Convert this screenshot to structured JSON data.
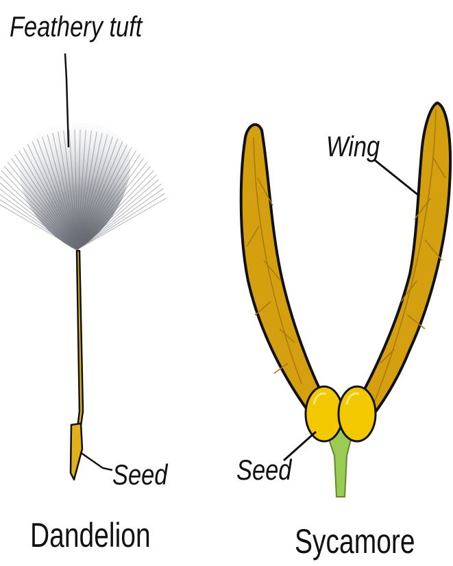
{
  "dandelion": {
    "name": "Dandelion",
    "tuft_label": "Feathery tuft",
    "seed_label": "Seed"
  },
  "sycamore": {
    "name": "Sycamore",
    "wing_label": "Wing",
    "seed_label": "Seed"
  },
  "colors": {
    "wing_fill": "#d4a010",
    "wing_vein": "#a87a08",
    "seed_fill": "#f2c800",
    "stalk_fill": "#9acb54",
    "tuft_gray": "#5a5e68",
    "dandelion_stalk": "#e3b61a",
    "outline": "#111111"
  }
}
